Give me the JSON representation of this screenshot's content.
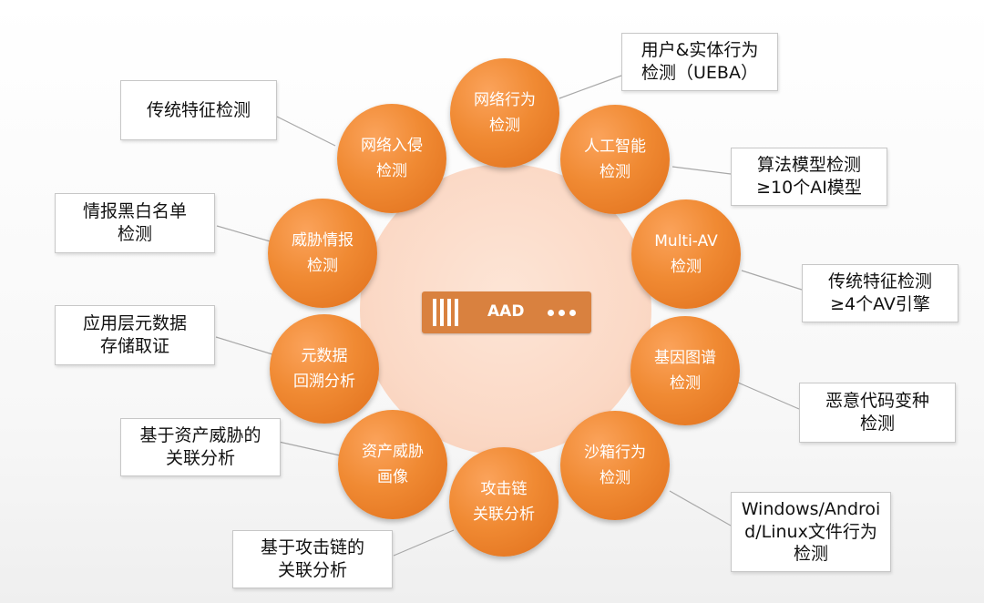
{
  "colors": {
    "node_fill": "#f08a33",
    "node_dark": "#e06f1b",
    "center_fill": "#fbd9c6",
    "device_fill": "#d9813f",
    "callout_border": "#c7c7c7",
    "connector": "#a8a8a8"
  },
  "center": {
    "device_label": "AAD",
    "icons": [
      "server-slots-icon",
      "dots-icon"
    ]
  },
  "nodes": [
    {
      "id": "network-behavior",
      "lines": [
        "网络行为",
        "检测"
      ]
    },
    {
      "id": "ai-detection",
      "lines": [
        "人工智能",
        "检测"
      ]
    },
    {
      "id": "multi-av",
      "lines": [
        "Multi-AV",
        "检测"
      ]
    },
    {
      "id": "gene-graph",
      "lines": [
        "基因图谱",
        "检测"
      ]
    },
    {
      "id": "sandbox-behavior",
      "lines": [
        "沙箱行为",
        "检测"
      ]
    },
    {
      "id": "attack-chain",
      "lines": [
        "攻击链",
        "关联分析"
      ]
    },
    {
      "id": "asset-threat",
      "lines": [
        "资产威胁",
        "画像"
      ]
    },
    {
      "id": "metadata-trace",
      "lines": [
        "元数据",
        "回溯分析"
      ]
    },
    {
      "id": "threat-intel",
      "lines": [
        "威胁情报",
        "检测"
      ]
    },
    {
      "id": "intrusion",
      "lines": [
        "网络入侵",
        "检测"
      ]
    }
  ],
  "callouts": [
    {
      "id": "ueba",
      "lines": [
        "用户&实体行为",
        "检测（UEBA）"
      ]
    },
    {
      "id": "algorithm-model",
      "lines": [
        "算法模型检测",
        "≥10个AI模型"
      ]
    },
    {
      "id": "av-engines",
      "lines": [
        "传统特征检测",
        "≥4个AV引擎"
      ]
    },
    {
      "id": "malware-variant",
      "lines": [
        "恶意代码变种",
        "检测"
      ]
    },
    {
      "id": "os-file-behavior",
      "lines": [
        "Windows/Androi",
        "d/Linux文件行为",
        "检测"
      ]
    },
    {
      "id": "attack-chain-correlation",
      "lines": [
        "基于攻击链的",
        "关联分析"
      ]
    },
    {
      "id": "asset-threat-correlation",
      "lines": [
        "基于资产威胁的",
        "关联分析"
      ]
    },
    {
      "id": "app-layer-metadata",
      "lines": [
        "应用层元数据",
        "存储取证"
      ]
    },
    {
      "id": "intel-blacklist",
      "lines": [
        "情报黑白名单",
        "检测"
      ]
    },
    {
      "id": "signature-detection",
      "lines": [
        "传统特征检测"
      ]
    }
  ]
}
